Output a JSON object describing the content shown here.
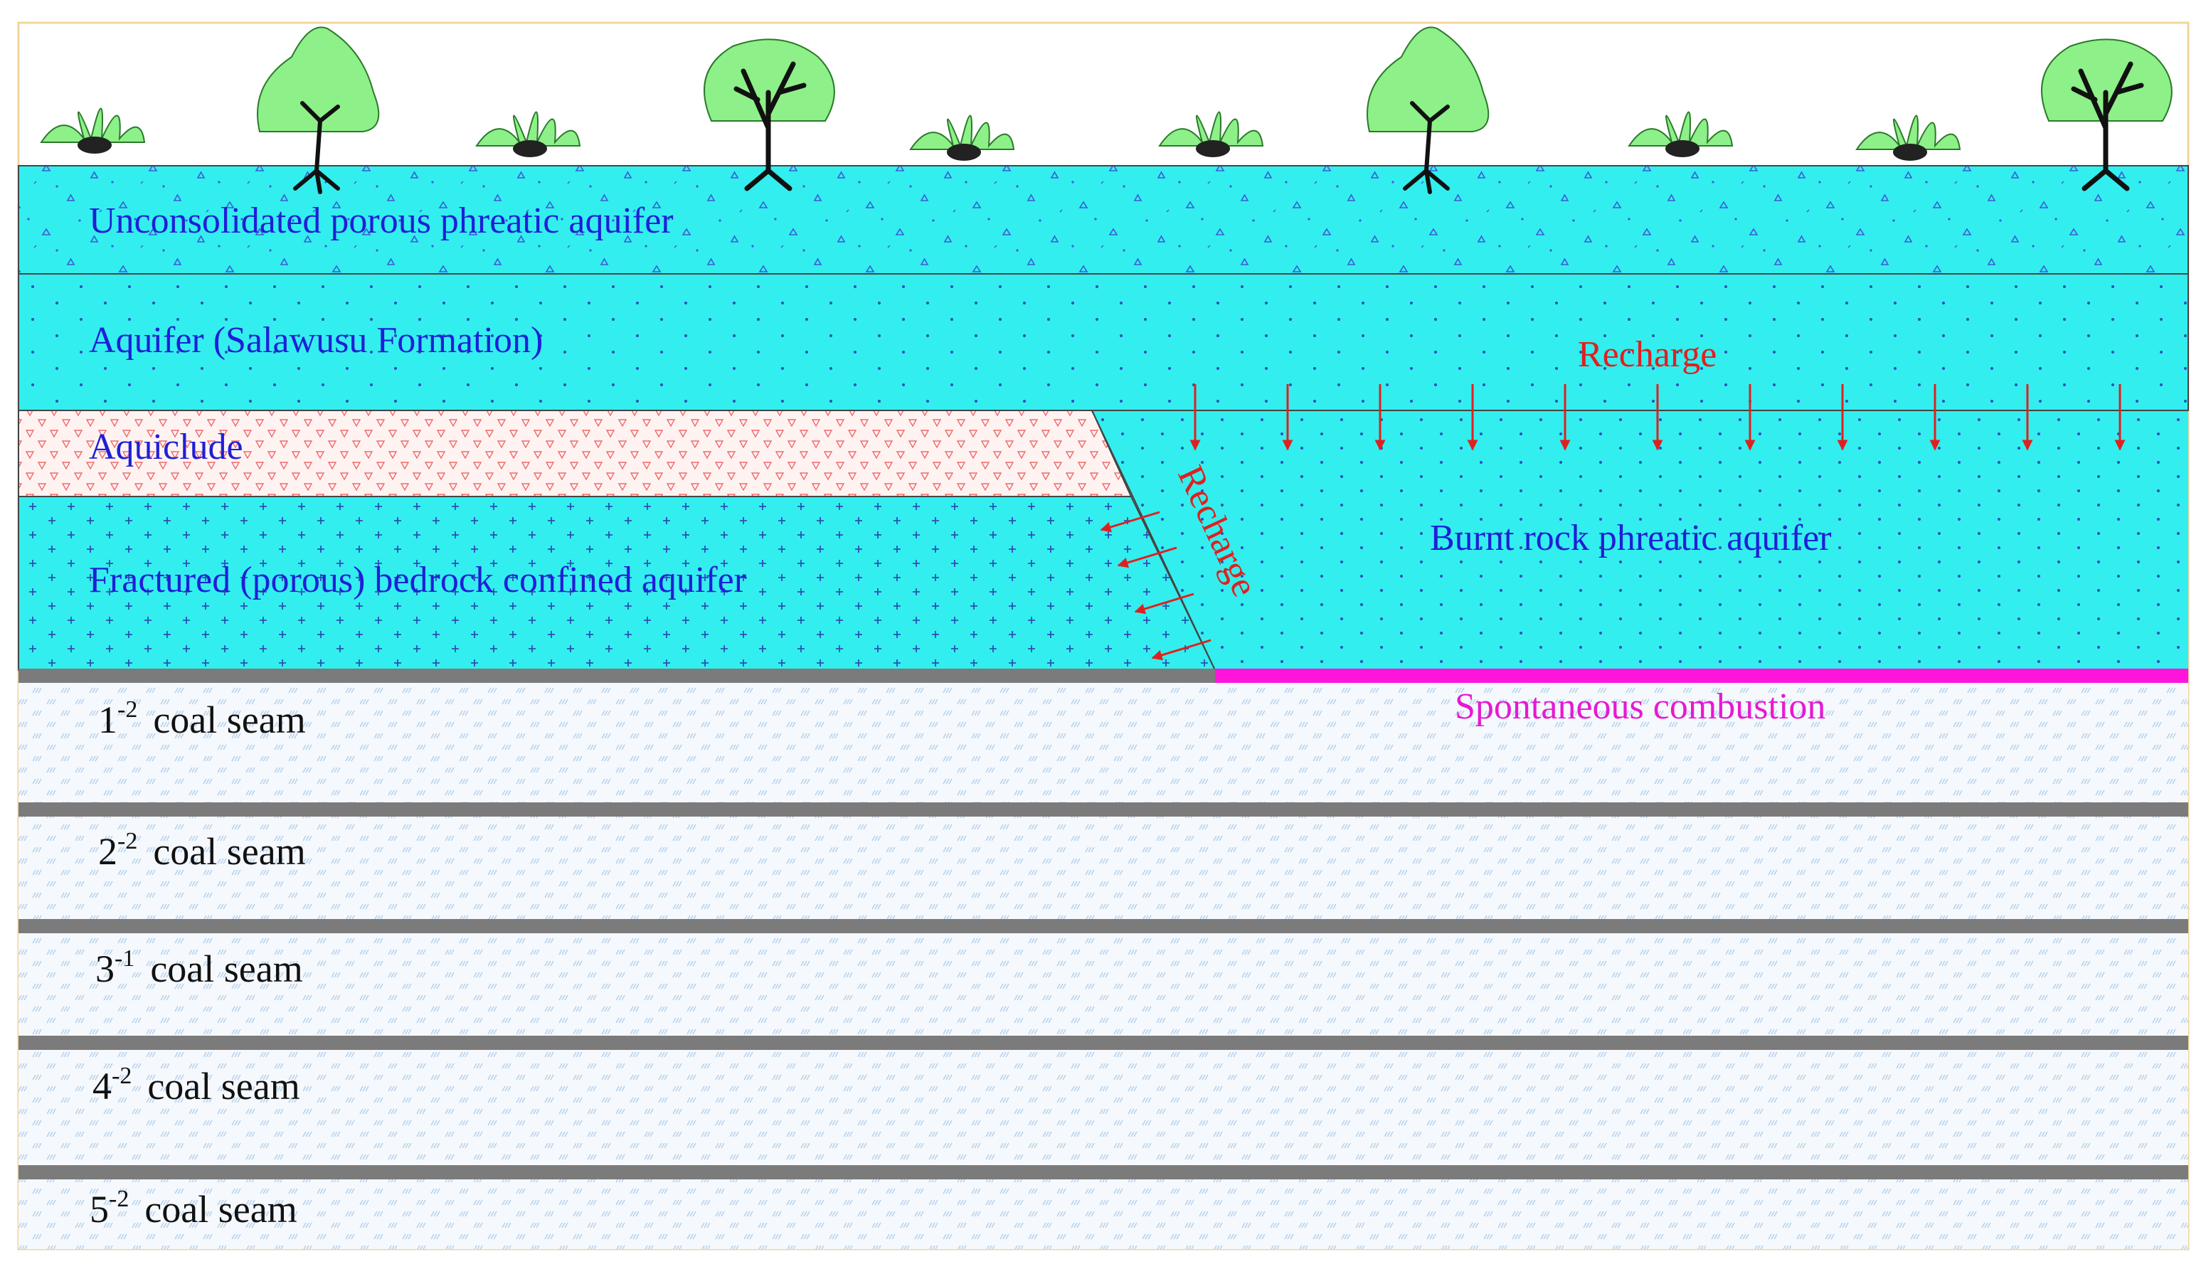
{
  "colors": {
    "aquifer": "#33eeee",
    "aquiclude": "#fff3f2",
    "coal_layer": "#f5f9fd",
    "seam": "#7b7b7b",
    "combustion": "#ff14dc",
    "recharge": "#e0201e",
    "label_blue": "#1f1fd8",
    "vegetation": "#8ef088"
  },
  "layers": {
    "unconsolidated": "Unconsolidated porous  phreatic aquifer",
    "salawusu": "Aquifer (Salawusu Formation)",
    "aquiclude": "Aquiclude",
    "fractured": "Fractured (porous) bedrock confined aquifer",
    "burnt_rock": "Burnt rock phreatic aquifer"
  },
  "annotations": {
    "recharge_top": "Recharge",
    "recharge_slope": "Recharge",
    "spontaneous": "Spontaneous combustion"
  },
  "seams": [
    {
      "num": "1",
      "sup": "-2",
      "name": "coal seam"
    },
    {
      "num": "2",
      "sup": "-2",
      "name": "coal seam"
    },
    {
      "num": "3",
      "sup": "-1",
      "name": "coal seam"
    },
    {
      "num": "4",
      "sup": "-2",
      "name": "coal seam"
    },
    {
      "num": "5",
      "sup": "-2",
      "name": "coal seam"
    }
  ]
}
